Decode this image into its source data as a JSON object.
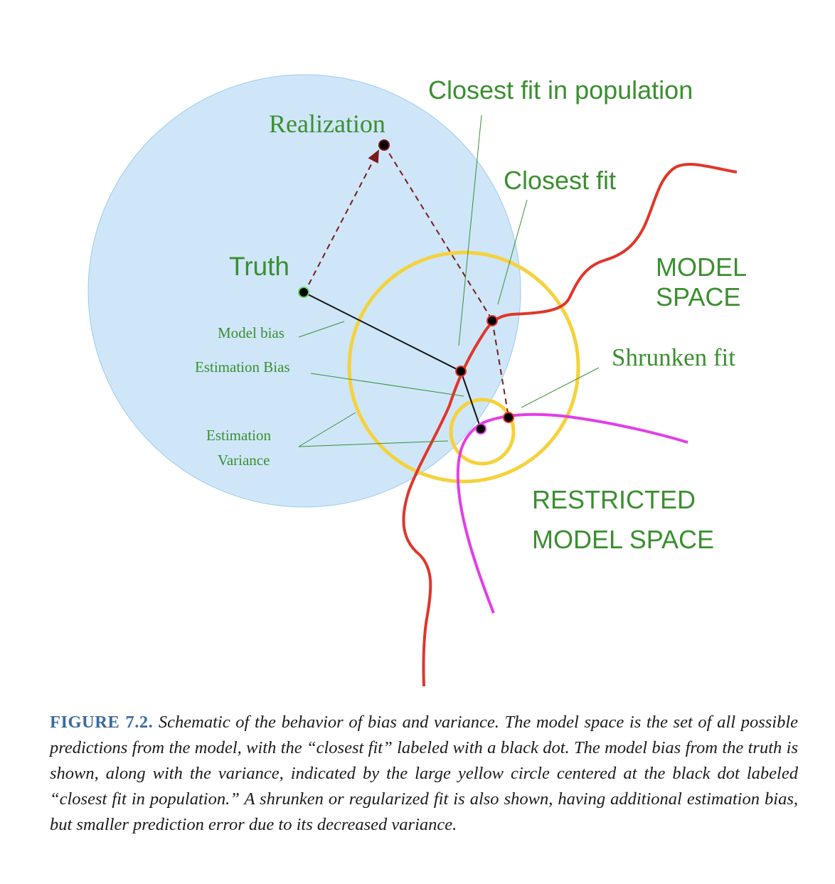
{
  "labels": {
    "realization": "Realization",
    "truth": "Truth",
    "closest_fit_population": "Closest fit in population",
    "closest_fit": "Closest fit",
    "model_space_1": "MODEL",
    "model_space_2": "SPACE",
    "shrunken_fit": "Shrunken fit",
    "model_bias": "Model bias",
    "estimation_bias": "Estimation Bias",
    "estimation_variance_1": "Estimation",
    "estimation_variance_2": "Variance",
    "restricted_1": "RESTRICTED",
    "restricted_2": "MODEL SPACE"
  },
  "caption": {
    "figure_number": "FIGURE 7.2.",
    "text": "Schematic of the behavior of bias and variance. The model space is the set of all possible predictions from the model, with the “closest fit” labeled with a black dot. The model bias from the truth is shown, along with the variance, indicated by the large yellow circle centered at the black dot labeled “closest fit in population.” A shrunken or regularized fit is also shown, having additional estimation bias, but smaller prediction error due to its decreased variance."
  },
  "colors": {
    "realization_cloud": "#cfe6f9",
    "cloud_edge": "#9ccbee",
    "variance_circle": "#f5d23c",
    "model_space_curve": "#e0362a",
    "restricted_curve": "#e23ee8",
    "label_green": "#3a8f2f",
    "dashed_arrow": "#7a1a1a",
    "caption_blue": "#3a6aa0"
  }
}
